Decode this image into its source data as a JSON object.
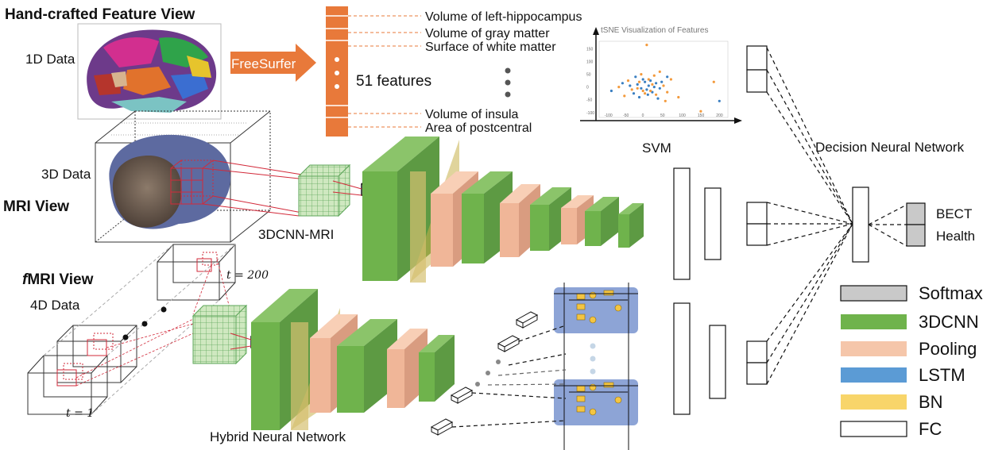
{
  "views": {
    "handcrafted_title": "Hand-crafted Feature View",
    "data_1d": "1D Data",
    "freesurfer": "FreeSurfer",
    "data_3d": "3D Data",
    "mri_title": "MRI View",
    "fmri_title_f": "f",
    "fmri_title_rest": "MRI View",
    "data_4d": "4D Data",
    "t_end": "t = 200",
    "t_start": "t = 1"
  },
  "features": {
    "items": [
      "Volume of left-hippocampus",
      "Volume of gray matter",
      "Surface of white matter",
      "Volume of insula",
      "Area of postcentral"
    ],
    "count_label": "51 features"
  },
  "tsne": {
    "title": "tSNE Visualization of Features",
    "x_ticks": [
      "-100",
      "-50",
      "0",
      "50",
      "100",
      "150",
      "200"
    ],
    "y_ticks": [
      "150",
      "100",
      "50",
      "0",
      "-50",
      "-100"
    ],
    "series_colors": {
      "blue": "#3a7fc1",
      "orange": "#f39a3c"
    },
    "points_blue": [
      [
        -40,
        5
      ],
      [
        -20,
        10
      ],
      [
        -10,
        -5
      ],
      [
        0,
        20
      ],
      [
        5,
        -10
      ],
      [
        10,
        5
      ],
      [
        15,
        25
      ],
      [
        20,
        -20
      ],
      [
        25,
        0
      ],
      [
        -30,
        -25
      ],
      [
        30,
        15
      ],
      [
        -5,
        30
      ],
      [
        40,
        -5
      ],
      [
        -60,
        15
      ],
      [
        -15,
        -40
      ],
      [
        45,
        20
      ],
      [
        8,
        -30
      ],
      [
        60,
        40
      ],
      [
        -25,
        40
      ],
      [
        200,
        -55
      ],
      [
        -90,
        -15
      ],
      [
        35,
        -45
      ]
    ],
    "points_orange": [
      [
        -35,
        -10
      ],
      [
        -15,
        20
      ],
      [
        0,
        -25
      ],
      [
        10,
        30
      ],
      [
        20,
        10
      ],
      [
        -5,
        -15
      ],
      [
        30,
        -30
      ],
      [
        -45,
        25
      ],
      [
        50,
        5
      ],
      [
        25,
        45
      ],
      [
        -20,
        -5
      ],
      [
        15,
        -15
      ],
      [
        60,
        -20
      ],
      [
        70,
        30
      ],
      [
        -70,
        0
      ],
      [
        40,
        60
      ],
      [
        90,
        -40
      ],
      [
        150,
        -95
      ],
      [
        185,
        20
      ],
      [
        -55,
        -35
      ],
      [
        5,
        165
      ],
      [
        -10,
        50
      ],
      [
        55,
        -55
      ]
    ]
  },
  "labels": {
    "svm": "SVM",
    "cnn_mri": "3DCNN-MRI",
    "hybrid_network": "Hybrid Neural Network",
    "decision_network": "Decision Neural Network",
    "class_bect": "BECT",
    "class_health": "Health"
  },
  "legend": {
    "softmax": "Softmax",
    "cnn": "3DCNN",
    "pooling": "Pooling",
    "lstm": "LSTM",
    "bn": "BN",
    "fc": "FC",
    "colors": {
      "softmax": "#c9c9c9",
      "cnn": "#6fb34c",
      "pooling": "#f5c6aa",
      "lstm": "#5b9bd5",
      "bn": "#f8d56a",
      "fc": "#ffffff"
    }
  }
}
